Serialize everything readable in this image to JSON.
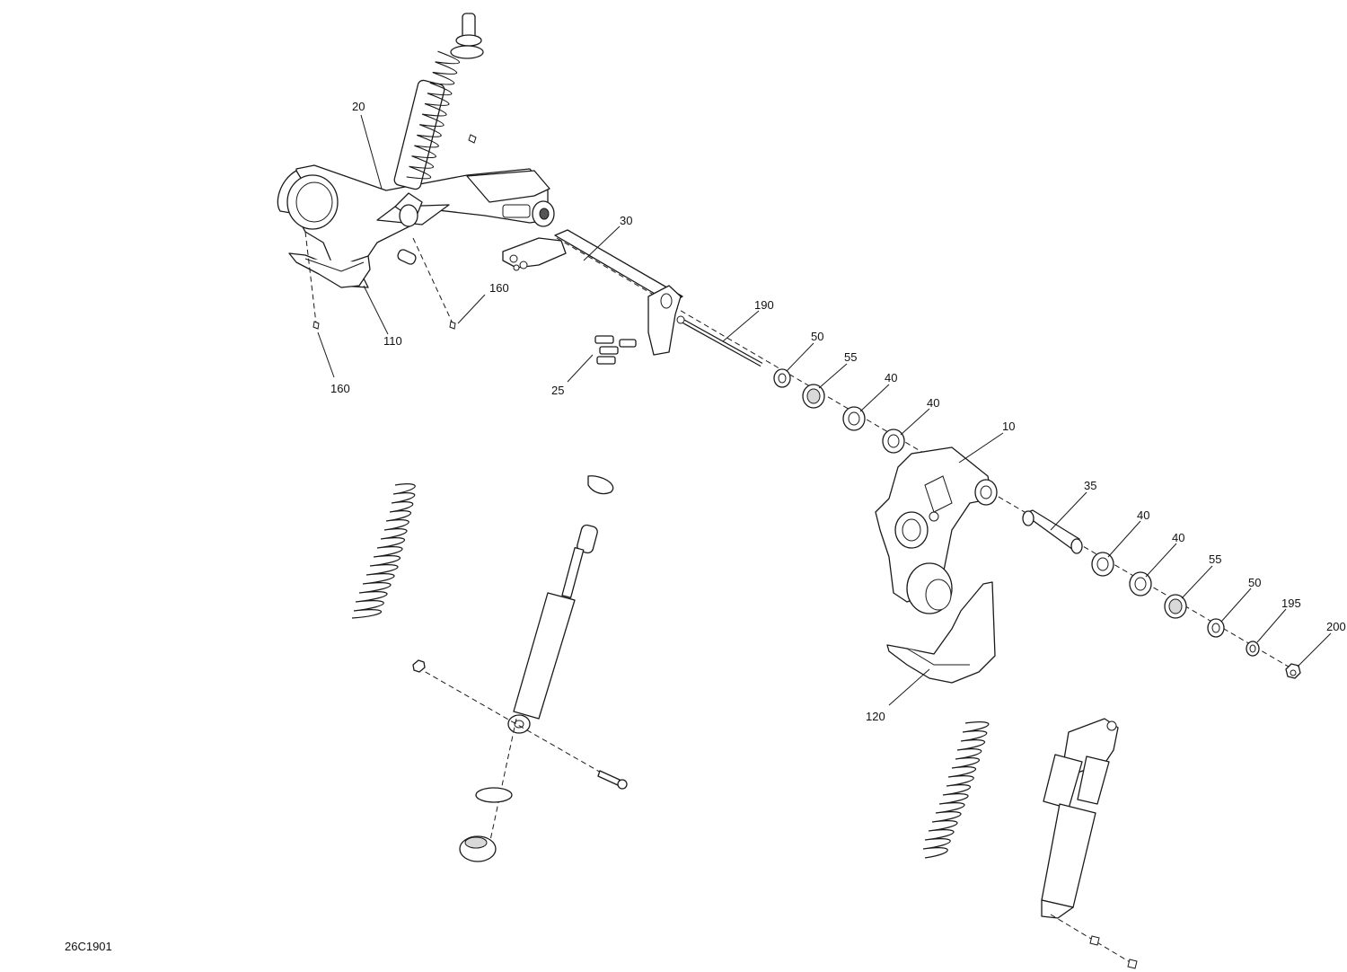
{
  "callouts": {
    "c10": "10",
    "c20": "20",
    "c25": "25",
    "c30": "30",
    "c35": "35",
    "c40a": "40",
    "c40b": "40",
    "c40c": "40",
    "c40d": "40",
    "c50a": "50",
    "c50b": "50",
    "c55a": "55",
    "c55b": "55",
    "c110": "110",
    "c120": "120",
    "c160a": "160",
    "c160b": "160",
    "c190": "190",
    "c195": "195",
    "c200": "200"
  },
  "drawing_ref": "26C1901"
}
